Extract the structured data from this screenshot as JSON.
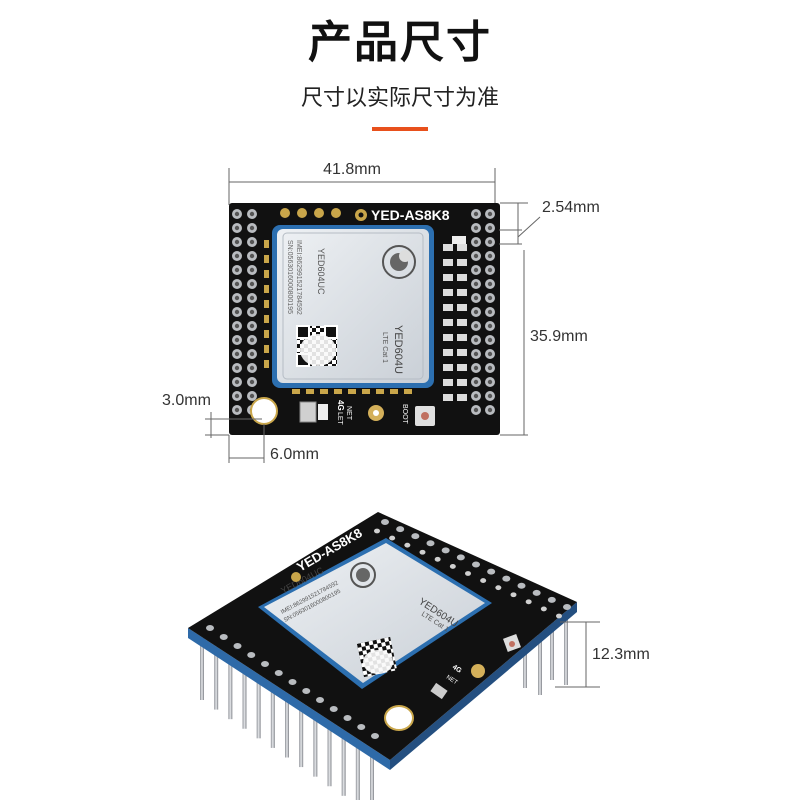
{
  "header": {
    "title": "产品尺寸",
    "subtitle": "尺寸以实际尺寸为准",
    "accent_color": "#e8501c"
  },
  "top_view": {
    "board_label": "YED-AS8K8",
    "module_model": "YED604UC",
    "module_name": "YED604U",
    "module_sub": "LTE Cat 1",
    "imei_text": "IMEI:862991521784592",
    "sn_text": "SN:0563016000800195",
    "label_4g": "4G",
    "label_let": "LET",
    "label_net": "NET",
    "label_boot": "BOOT",
    "dimensions": {
      "width": "41.8mm",
      "pin_pitch": "2.54mm",
      "height": "35.9mm",
      "hole_offset_y": "3.0mm",
      "hole_offset_x": "6.0mm"
    }
  },
  "side_view": {
    "board_label": "YED-AS8K8",
    "module_model": "YED604UC",
    "module_name": "YED604U",
    "module_sub": "LTE Cat 1",
    "imei_text": "IMEI:862991521784592",
    "sn_text": "SN:0563016000800195",
    "label_4g": "4G",
    "label_net": "NET",
    "dimensions": {
      "pin_height": "12.3mm"
    }
  },
  "colors": {
    "pcb": "#111111",
    "module": "#d9dee3",
    "module_rim": "#3b7fc4",
    "pad": "#c9a64a",
    "pin": "#b9bcc0"
  }
}
